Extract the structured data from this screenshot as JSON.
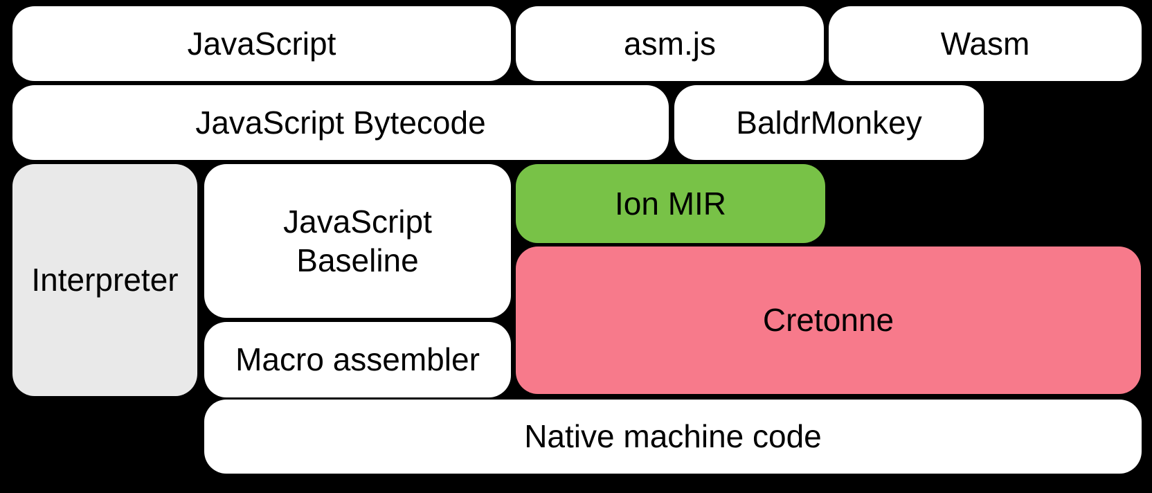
{
  "colors": {
    "background": "#000000",
    "box_default": "#ffffff",
    "interpreter_gray": "#e9e9e9",
    "ion_mir_green": "#78c247",
    "cretonne_pink": "#f77a8b",
    "text": "#000000"
  },
  "boxes": {
    "javascript": {
      "label": "JavaScript"
    },
    "asmjs": {
      "label": "asm.js"
    },
    "wasm": {
      "label": "Wasm"
    },
    "bytecode": {
      "label": "JavaScript Bytecode"
    },
    "baldrmonkey": {
      "label": "BaldrMonkey"
    },
    "interpreter": {
      "label": "Interpreter"
    },
    "baseline": {
      "label": "JavaScript\nBaseline"
    },
    "ion_mir": {
      "label": "Ion MIR"
    },
    "cretonne": {
      "label": "Cretonne"
    },
    "macro_assembler": {
      "label": "Macro assembler"
    },
    "native_machine_code": {
      "label": "Native machine code"
    }
  }
}
